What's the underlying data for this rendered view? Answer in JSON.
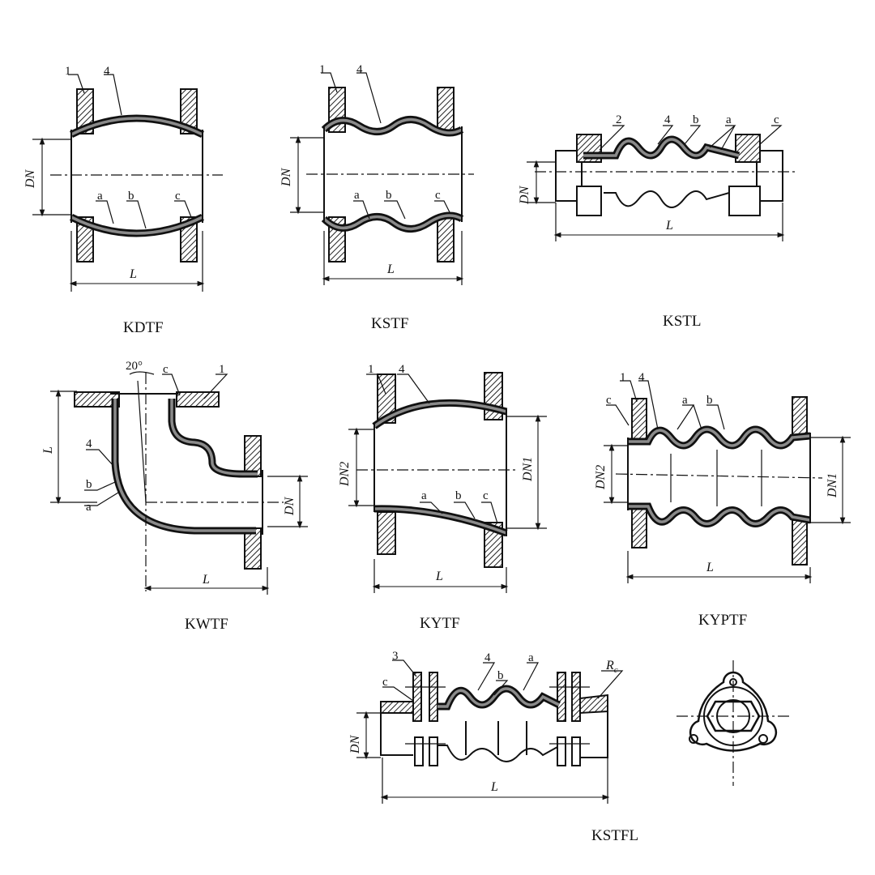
{
  "figures": {
    "kdtf": {
      "title": "KDTF",
      "p1": "1",
      "p4": "4",
      "a": "a",
      "b": "b",
      "c": "c",
      "dn": "DN",
      "l": "L"
    },
    "kstf": {
      "title": "KSTF",
      "p1": "1",
      "p4": "4",
      "a": "a",
      "b": "b",
      "c": "c",
      "dn": "DN",
      "l": "L"
    },
    "kstl": {
      "title": "KSTL",
      "p2": "2",
      "p4": "4",
      "b": "b",
      "a": "a",
      "c": "c",
      "dn": "DN",
      "l": "L"
    },
    "kwtf": {
      "title": "KWTF",
      "angle": "20°",
      "c": "c",
      "p1": "1",
      "p4": "4",
      "b": "b",
      "a": "a",
      "l_vertical": "L",
      "dn": "DN",
      "l": "L"
    },
    "kytf": {
      "title": "KYTF",
      "p1": "1",
      "p4": "4",
      "a": "a",
      "b": "b",
      "c": "c",
      "dn2": "DN2",
      "dn1": "DN1",
      "l": "L"
    },
    "kyptf": {
      "title": "KYPTF",
      "c": "c",
      "p1": "1",
      "p4": "4",
      "a": "a",
      "b": "b",
      "dn2": "DN2",
      "dn1": "DN1",
      "l": "L"
    },
    "kstfl": {
      "title": "KSTFL",
      "p3": "3",
      "c": "c",
      "p4": "4",
      "b": "b",
      "a": "a",
      "rc": "R",
      "rc_sub": "c",
      "dn": "DN",
      "l": "L"
    }
  }
}
